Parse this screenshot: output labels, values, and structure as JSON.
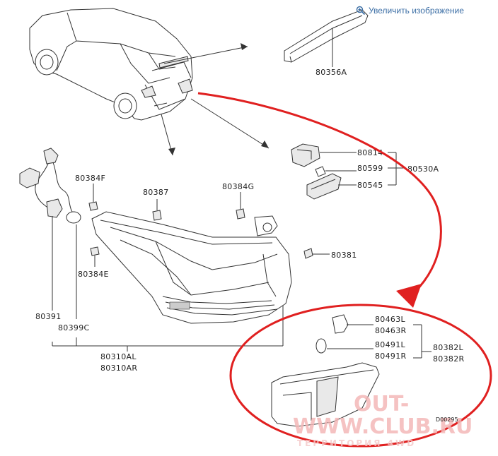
{
  "enlarge_link": {
    "label": "Увеличить изображение",
    "icon": "magnifier-plus-icon",
    "color": "#3b6ea5"
  },
  "highlight_color": "#e02020",
  "parts": {
    "p80356A": "80356A",
    "p80384F": "80384F",
    "p80387": "80387",
    "p80384G": "80384G",
    "p80381": "80381",
    "p80384E": "80384E",
    "p80391": "80391",
    "p80399C": "80399C",
    "p80310AL": "80310AL",
    "p80310AR": "80310AR",
    "p80814": "80814",
    "p80599": "80599",
    "p80545": "80545",
    "p80530A": "80530A",
    "p80463L": "80463L",
    "p80463R": "80463R",
    "p80491L": "80491L",
    "p80491R": "80491R",
    "p80382L": "80382L",
    "p80382R": "80382R"
  },
  "diagram_code": "D00295",
  "watermark": {
    "line1": "OUT-",
    "line2": "WWW.CLUB.RU",
    "line3": "ТЕРРИТОРИЯ 4WD"
  }
}
